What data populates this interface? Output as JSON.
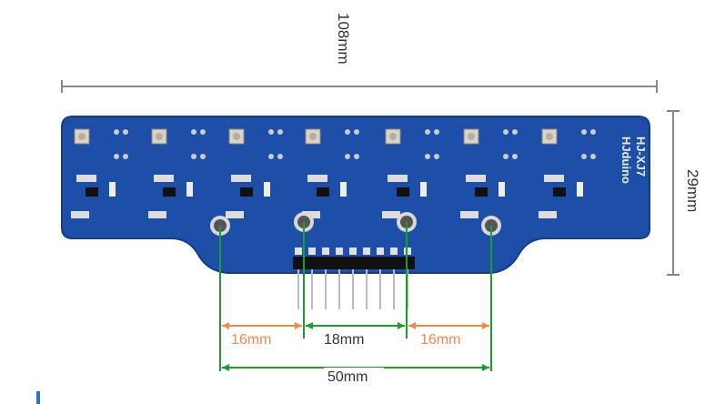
{
  "dimensions": {
    "width": "108mm",
    "height": "29mm",
    "hole_gap_left": "16mm",
    "hole_gap_middle": "18mm",
    "hole_gap_right": "16mm",
    "hole_span": "50mm"
  },
  "board": {
    "model": "HJ-XJ7",
    "brand": "HJduino",
    "sensor_count": 7,
    "mounting_holes": 4,
    "header_pins": 9
  },
  "colors": {
    "pcb": "#1d4fa8",
    "green_line": "#1aa02a",
    "orange_line": "#f08a4b",
    "dim_line": "#888888"
  }
}
